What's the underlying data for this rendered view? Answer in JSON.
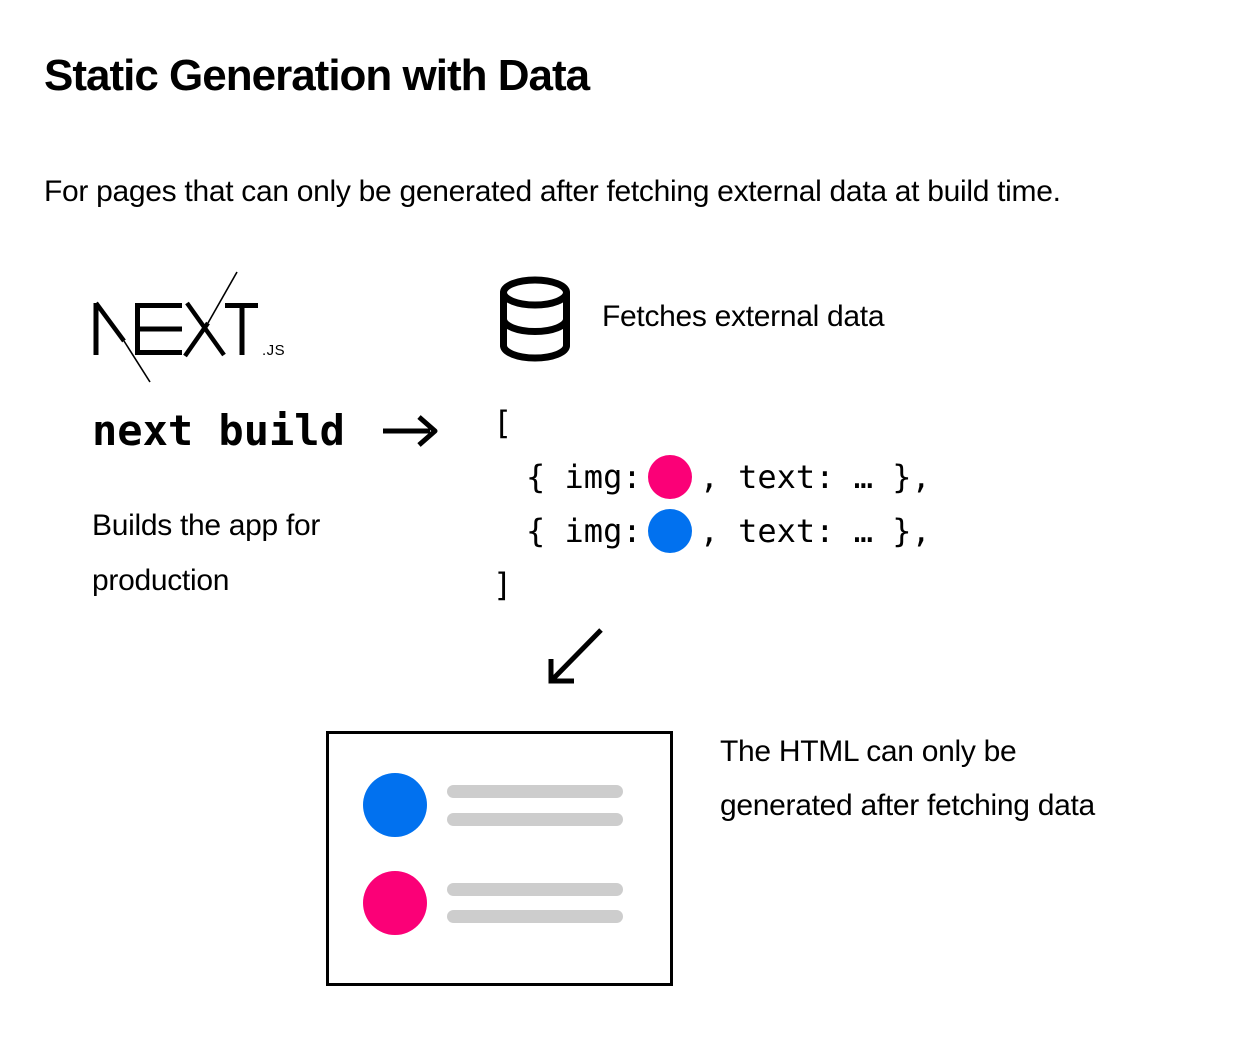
{
  "header": {
    "title": "Static Generation with Data",
    "subtitle": "For pages that can only be generated after fetching external data at build time."
  },
  "build_step": {
    "logo_alt": "NEXT.js",
    "logo_js_suffix": ".JS",
    "command": "next build",
    "caption": "Builds the app for production",
    "arrow_icon": "right-arrow-icon"
  },
  "fetch_step": {
    "icon": "database-icon",
    "label": "Fetches external data",
    "code": {
      "bracket_open": "[",
      "bracket_close": "]",
      "items": [
        {
          "prefix": "{ img:",
          "img_color_key": "pink",
          "suffix": ", text: … },"
        },
        {
          "prefix": "{ img:",
          "img_color_key": "blue",
          "suffix": ", text: … },"
        }
      ]
    }
  },
  "result_step": {
    "arrow_icon": "down-left-arrow-icon",
    "note": "The HTML can only be generated after fetching data",
    "page_preview": {
      "rows": [
        {
          "avatar_color_key": "blue",
          "text_bars": 2
        },
        {
          "avatar_color_key": "pink",
          "text_bars": 2
        }
      ]
    }
  },
  "colors": {
    "pink": "#fb0077",
    "blue": "#0171ef",
    "bar_gray": "#cdcdcd",
    "ink": "#000000",
    "background": "#ffffff"
  }
}
